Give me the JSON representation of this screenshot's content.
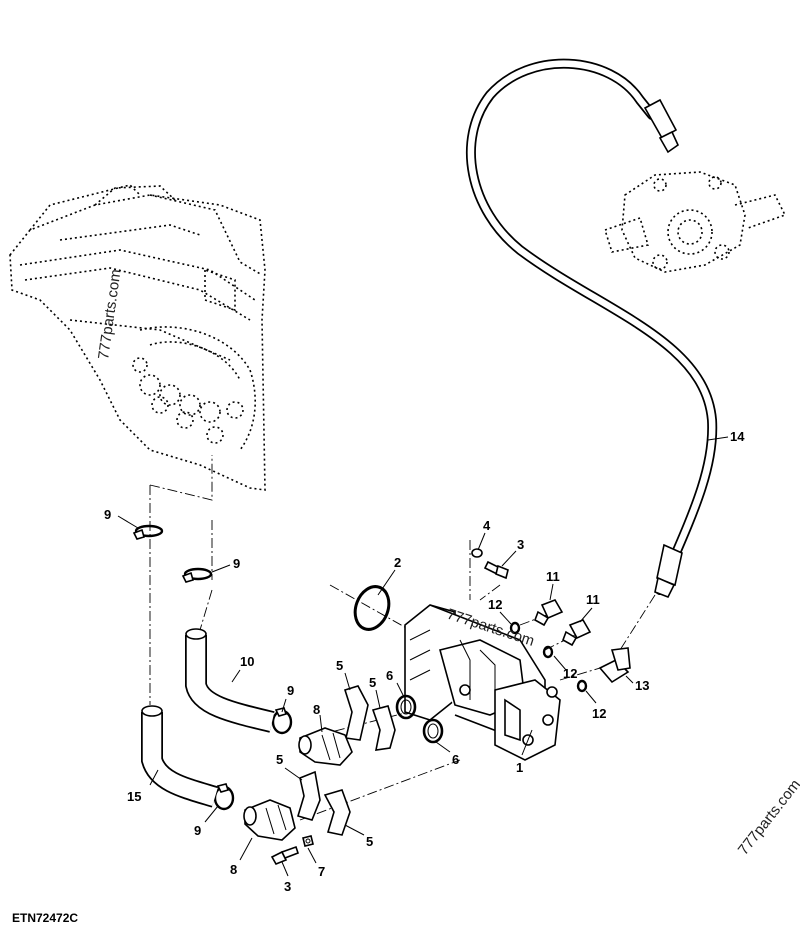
{
  "figure_id": "ETN72472C",
  "watermark": "777parts.com",
  "callouts": [
    {
      "id": "c1",
      "label": "1"
    },
    {
      "id": "c2",
      "label": "2"
    },
    {
      "id": "c3a",
      "label": "3"
    },
    {
      "id": "c3b",
      "label": "3"
    },
    {
      "id": "c4",
      "label": "4"
    },
    {
      "id": "c5a",
      "label": "5"
    },
    {
      "id": "c5b",
      "label": "5"
    },
    {
      "id": "c5c",
      "label": "5"
    },
    {
      "id": "c5d",
      "label": "5"
    },
    {
      "id": "c6a",
      "label": "6"
    },
    {
      "id": "c6b",
      "label": "6"
    },
    {
      "id": "c7",
      "label": "7"
    },
    {
      "id": "c8a",
      "label": "8"
    },
    {
      "id": "c8b",
      "label": "8"
    },
    {
      "id": "c9a",
      "label": "9"
    },
    {
      "id": "c9b",
      "label": "9"
    },
    {
      "id": "c9c",
      "label": "9"
    },
    {
      "id": "c9d",
      "label": "9"
    },
    {
      "id": "c10",
      "label": "10"
    },
    {
      "id": "c11a",
      "label": "11"
    },
    {
      "id": "c11b",
      "label": "11"
    },
    {
      "id": "c12a",
      "label": "12"
    },
    {
      "id": "c12b",
      "label": "12"
    },
    {
      "id": "c12c",
      "label": "12"
    },
    {
      "id": "c13",
      "label": "13"
    },
    {
      "id": "c14",
      "label": "14"
    },
    {
      "id": "c15",
      "label": "15"
    }
  ]
}
